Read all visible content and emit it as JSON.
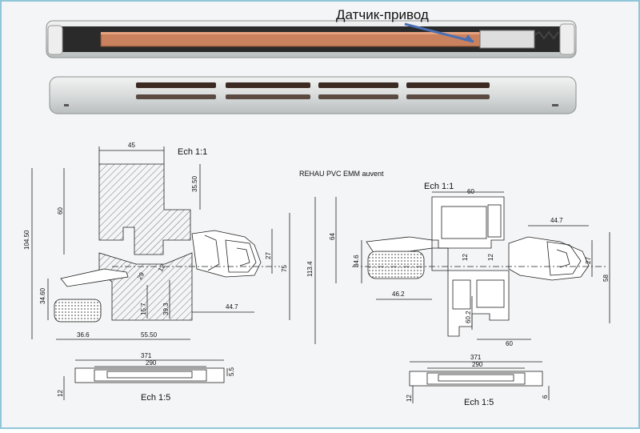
{
  "photo": {
    "actuator_label": "Датчик-привод"
  },
  "left_drawing": {
    "scale_label": "Ech 1:1",
    "dims": {
      "d45": "45",
      "d35_50": "35.50",
      "d60": "60",
      "d104_50": "104.50",
      "d34_60": "34.60",
      "d27": "27",
      "d75": "75",
      "d12": "12",
      "d29": "29",
      "d15_7": "15.7",
      "d39_3": "39.3",
      "d44_7": "44.7",
      "d36_6": "36.6",
      "d55_50": "55.50"
    }
  },
  "right_drawing": {
    "title": "REHAU PVC EMM auvent",
    "scale_label": "Ech 1:1",
    "dims": {
      "d60_top": "60",
      "d64": "64",
      "d113_4": "113.4",
      "d34_6": "34.6",
      "d12a": "12",
      "d12b": "12",
      "d44_7": "44.7",
      "d27": "27",
      "d58": "58",
      "d46_2": "46.2",
      "d60_2": "60.2",
      "d60_bottom": "60"
    }
  },
  "left_plan": {
    "d371": "371",
    "d290": "290",
    "d5_5": "5.5",
    "d12": "12",
    "scale_label": "Ech 1:5"
  },
  "right_plan": {
    "d371": "371",
    "d290": "290",
    "d12": "12",
    "d6": "6",
    "scale_label": "Ech 1:5"
  }
}
